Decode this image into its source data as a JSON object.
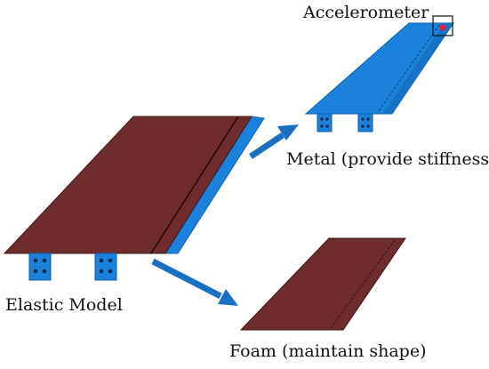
{
  "labels": {
    "accelerometer": "Accelerometer",
    "metal": "Metal (provide stiffness)",
    "elastic_model": "Elastic Model",
    "foam": "Foam (maintain shape)"
  },
  "colors": {
    "foam_fill": "#6e2c2c",
    "foam_edge": "#3e1414",
    "metal_fill": "#1a82dc",
    "metal_dark": "#0f5ea8",
    "arrow": "#1a6fc4",
    "sensor_dot": "#e0202a",
    "text": "#111111",
    "background": "#ffffff"
  },
  "icons": {
    "arrow": "arrow-icon",
    "sensor": "accelerometer-dot-icon"
  }
}
